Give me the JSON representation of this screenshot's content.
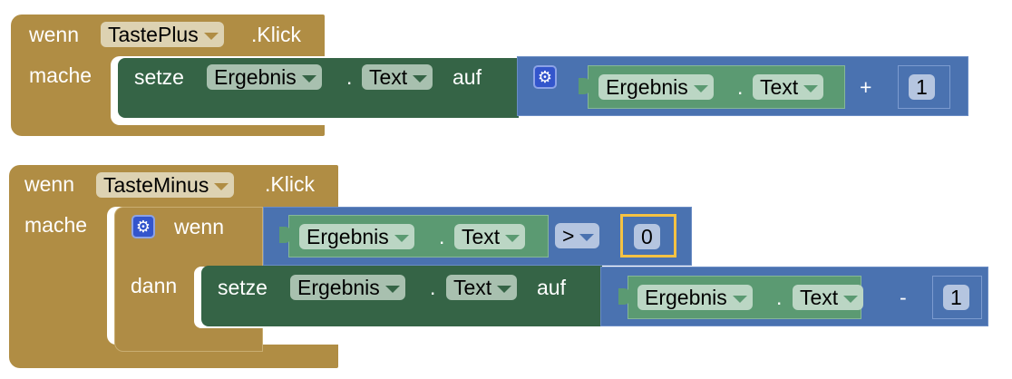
{
  "block1": {
    "event_prefix": "wenn",
    "component": "TastePlus",
    "event": ".Klick",
    "do_label": "mache",
    "set_label": "setze",
    "set_component": "Ergebnis",
    "dot": ".",
    "set_property": "Text",
    "to_label": "auf",
    "get_component": "Ergebnis",
    "get_property": "Text",
    "operator": "+",
    "number": "1"
  },
  "block2": {
    "event_prefix": "wenn",
    "component": "TasteMinus",
    "event": ".Klick",
    "do_label": "mache",
    "if_label": "wenn",
    "then_label": "dann",
    "cmp_component": "Ergebnis",
    "cmp_property": "Text",
    "cmp_operator": ">",
    "cmp_number": "0",
    "set_label": "setze",
    "set_component": "Ergebnis",
    "dot": ".",
    "set_property": "Text",
    "to_label": "auf",
    "get_component": "Ergebnis",
    "get_property": "Text",
    "operator": "-",
    "number": "1"
  },
  "colors": {
    "event": "#B08D44",
    "setter": "#356446",
    "math": "#4A72B0",
    "getter": "#5B9A72",
    "selected": "#F5C242"
  }
}
